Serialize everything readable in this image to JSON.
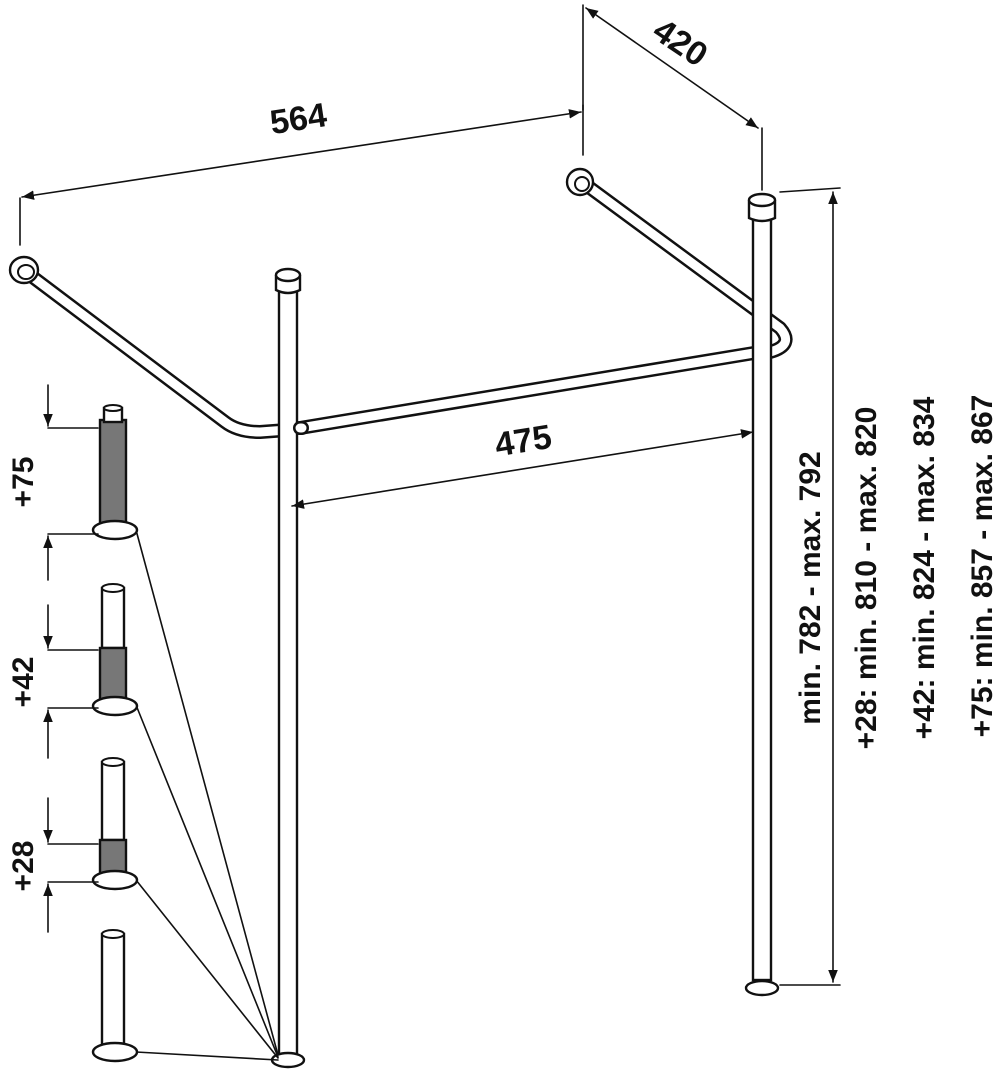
{
  "dimensions": {
    "width_top": "564",
    "depth_top": "420",
    "inner_width": "475",
    "height_range": "min. 782 - max. 792",
    "height_28": "+28: min. 810 - max. 820",
    "height_42": "+42: min. 824 - max. 834",
    "height_75": "+75: min. 857 - max. 867"
  },
  "extensions": [
    {
      "label": "+75"
    },
    {
      "label": "+42"
    },
    {
      "label": "+28"
    }
  ]
}
